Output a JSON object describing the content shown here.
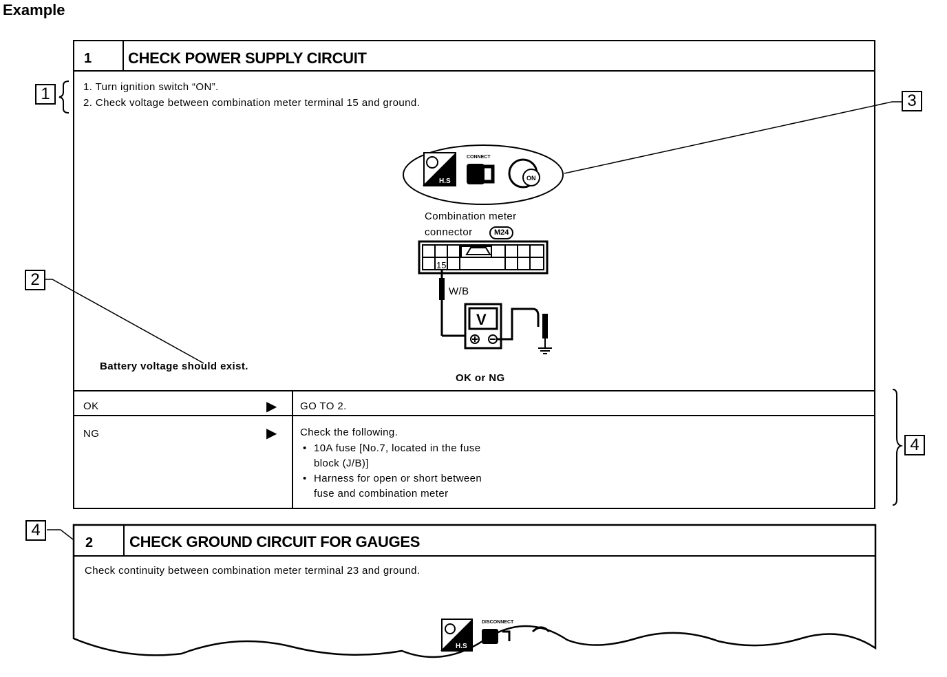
{
  "page": {
    "example_label": "Example"
  },
  "step1": {
    "number": "1",
    "title": "CHECK POWER SUPPLY CIRCUIT",
    "instructions": [
      "1. Turn ignition switch “ON”.",
      "2. Check voltage between combination meter terminal 15 and ground."
    ],
    "icons": [
      "hs-tester-icon",
      "connect-icon",
      "ignition-on-icon"
    ],
    "icon_labels": {
      "connect": "CONNECT",
      "hs": "H.S",
      "on": "ON"
    },
    "connector_label_line1": "Combination meter",
    "connector_label_line2": "connector",
    "connector_code": "M24",
    "terminal": "15",
    "wire_color": "W/B",
    "meter_symbol": "V",
    "expected": "Battery voltage should exist.",
    "question": "OK or NG",
    "results": [
      {
        "label": "OK",
        "action": "GO TO 2.",
        "details": []
      },
      {
        "label": "NG",
        "action": "Check the following.",
        "details": [
          {
            "line1": "10A fuse [No.7, located in the fuse",
            "line2": "block (J/B)]"
          },
          {
            "line1": "Harness for open or short between",
            "line2": "fuse and combination meter"
          }
        ]
      }
    ]
  },
  "step2": {
    "number": "2",
    "title": "CHECK GROUND CIRCUIT FOR GAUGES",
    "instruction": "Check continuity between combination meter terminal 23 and ground.",
    "icon_labels": {
      "disconnect": "DISCONNECT",
      "hs": "H.S"
    }
  },
  "callouts": [
    "1",
    "2",
    "3",
    "4",
    "4"
  ]
}
